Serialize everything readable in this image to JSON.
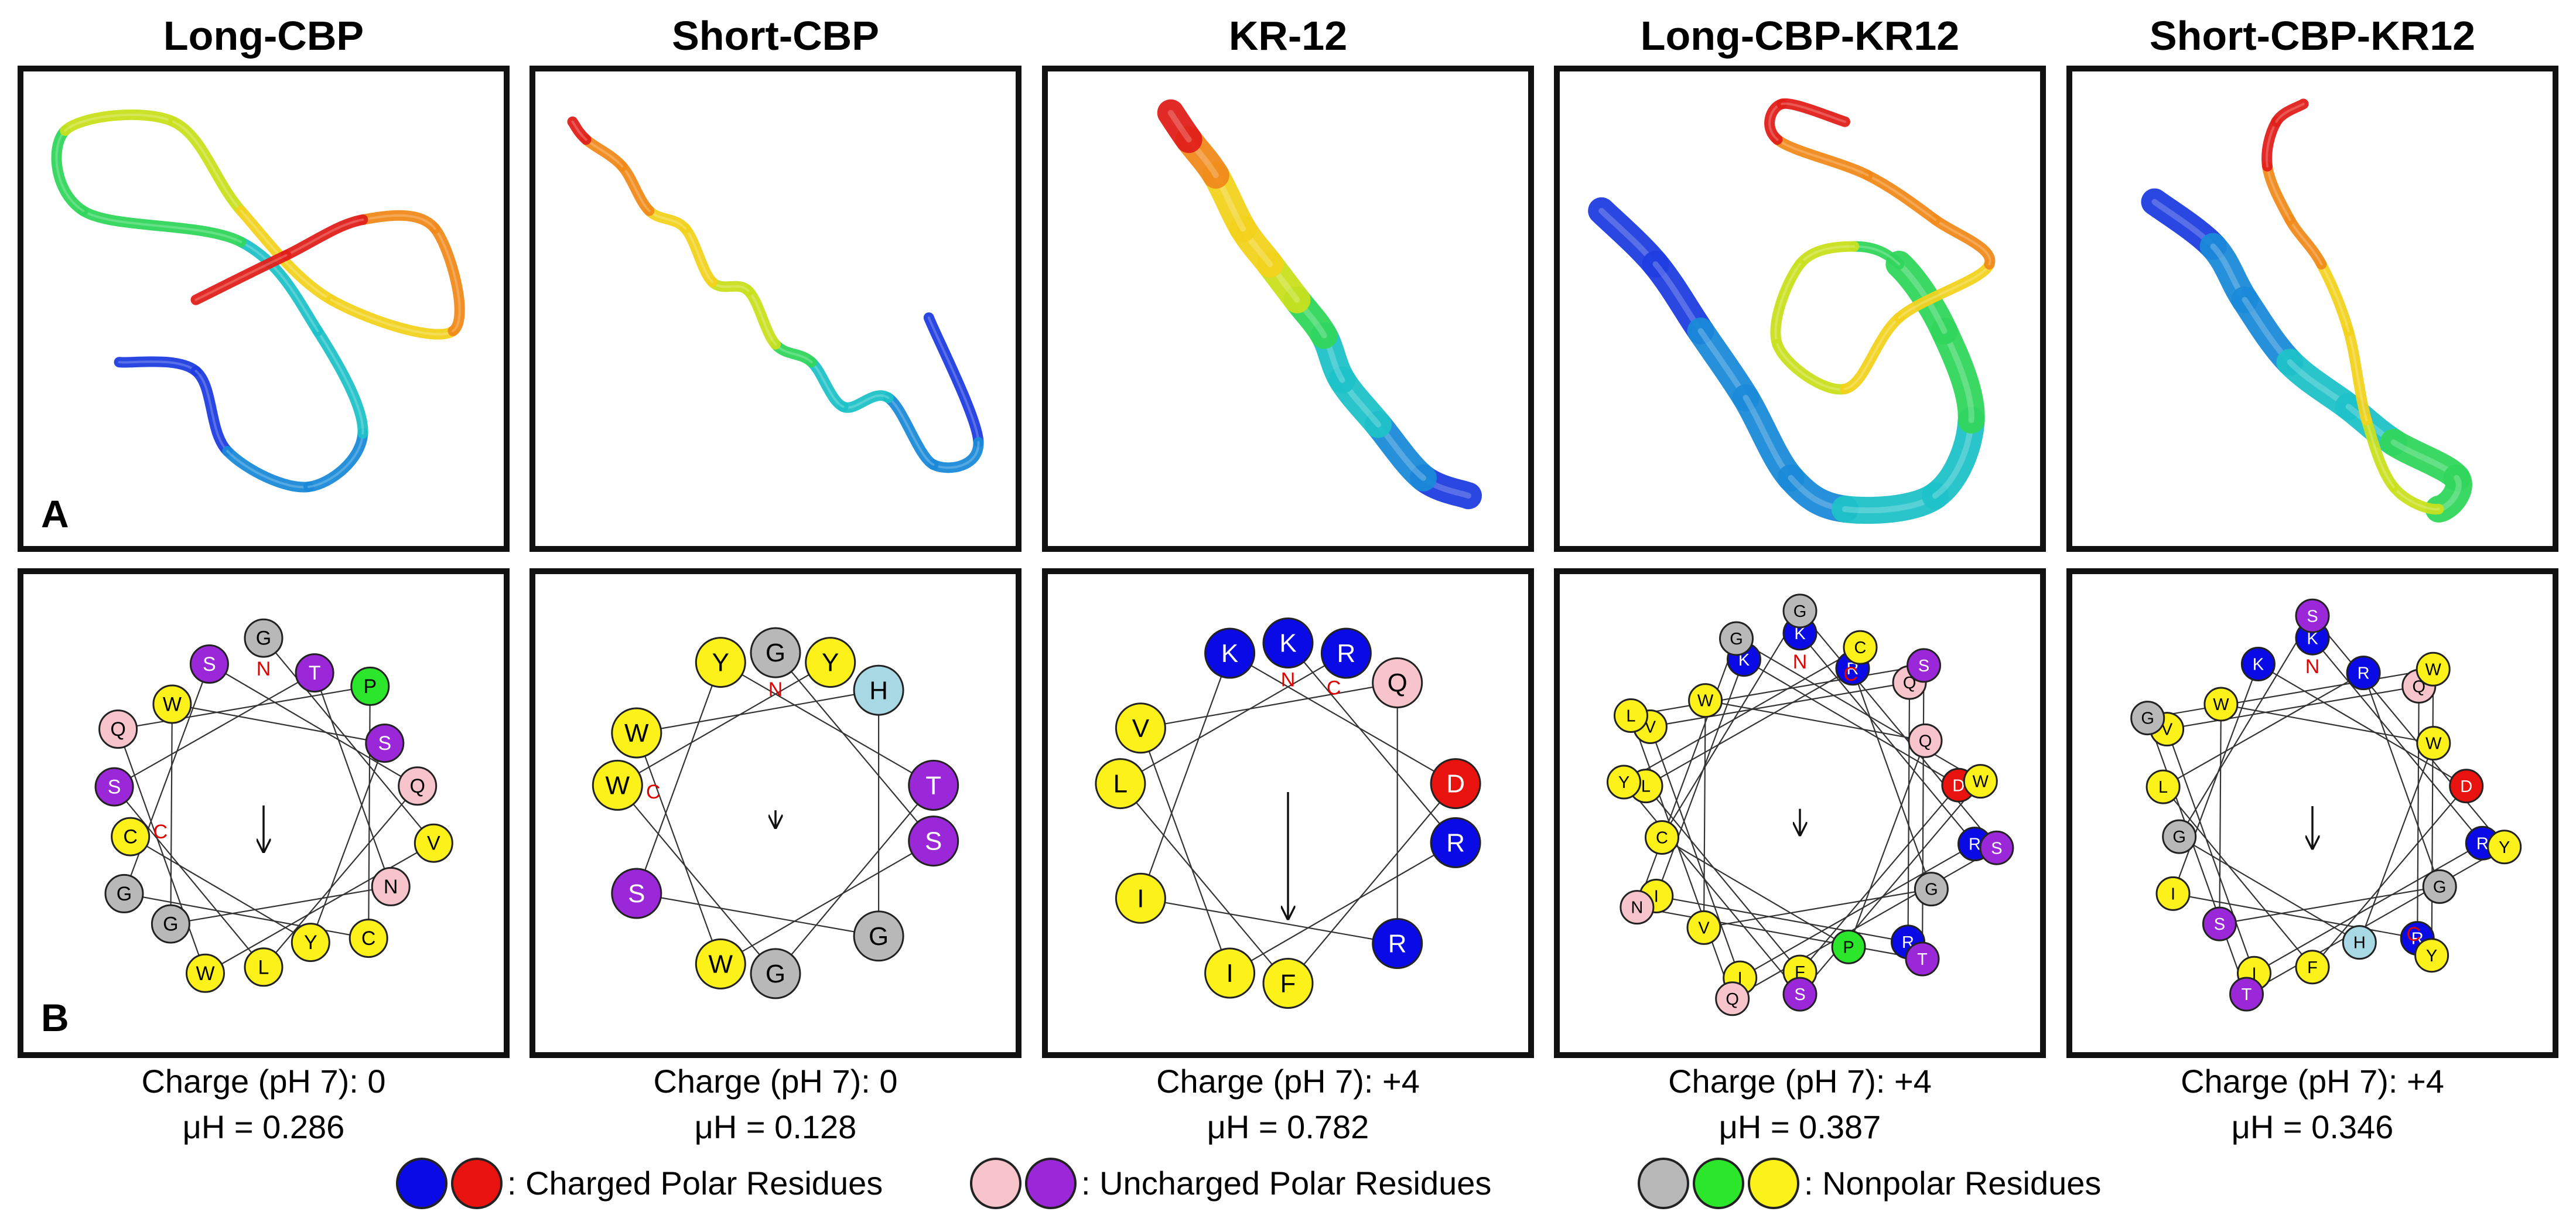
{
  "colors": {
    "border": "#111111",
    "charged_blue": "#0a0ae6",
    "charged_red": "#e8120f",
    "polar_pink": "#f8c4cc",
    "polar_purple": "#9b28d8",
    "nonpolar_gray": "#b8b8b8",
    "nonpolar_green": "#2ce62c",
    "nonpolar_yellow": "#fcf21a",
    "histidine_lightblue": "#a8d8e4",
    "terminus_label": "#e00000"
  },
  "panel_labels": {
    "a": "A",
    "b": "B"
  },
  "legend": [
    {
      "colors": [
        "#0a0ae6",
        "#e8120f"
      ],
      "label": ": Charged Polar Residues"
    },
    {
      "colors": [
        "#f8c4cc",
        "#9b28d8"
      ],
      "label": ": Uncharged Polar Residues"
    },
    {
      "colors": [
        "#b8b8b8",
        "#2ce62c",
        "#fcf21a"
      ],
      "label": ": Nonpolar Residues"
    }
  ],
  "peptides": [
    {
      "title": "Long-CBP",
      "charge": "Charge (pH 7): 0",
      "muH": "μH = 0.286",
      "ribbon_colors": [
        "#1f3de0",
        "#1a8ad8",
        "#1ec2c8",
        "#32d65c",
        "#c8e01e",
        "#f2d21e",
        "#f08a1a",
        "#e0201a"
      ],
      "helix": {
        "ring_radius": 0.72,
        "moment_length": 0.22,
        "n_index": 0,
        "c_index": 17,
        "residues": [
          {
            "aa": "G",
            "color": "#b8b8b8"
          },
          {
            "aa": "V",
            "color": "#fcf21a"
          },
          {
            "aa": "W",
            "color": "#fcf21a"
          },
          {
            "aa": "Q",
            "color": "#f8c4cc"
          },
          {
            "aa": "P",
            "color": "#2ce62c"
          },
          {
            "aa": "C",
            "color": "#fcf21a"
          },
          {
            "aa": "G",
            "color": "#b8b8b8"
          },
          {
            "aa": "S",
            "color": "#9b28d8"
          },
          {
            "aa": "Q",
            "color": "#f8c4cc"
          },
          {
            "aa": "L",
            "color": "#fcf21a"
          },
          {
            "aa": "S",
            "color": "#9b28d8"
          },
          {
            "aa": "T",
            "color": "#9b28d8"
          },
          {
            "aa": "N",
            "color": "#f8c4cc"
          },
          {
            "aa": "G",
            "color": "#b8b8b8"
          },
          {
            "aa": "W",
            "color": "#fcf21a"
          },
          {
            "aa": "S",
            "color": "#9b28d8"
          },
          {
            "aa": "Y",
            "color": "#fcf21a"
          },
          {
            "aa": "C",
            "color": "#fcf21a"
          }
        ]
      }
    },
    {
      "title": "Short-CBP",
      "charge": "Charge (pH 7): 0",
      "muH": "μH = 0.128",
      "ribbon_colors": [
        "#1f3de0",
        "#1a8ad8",
        "#1ec2c8",
        "#32d65c",
        "#c8e01e",
        "#f2d21e",
        "#f08a1a",
        "#e0201a"
      ],
      "helix": {
        "ring_radius": 0.66,
        "moment_length": 0.09,
        "n_index": 0,
        "c_index": 10,
        "residues": [
          {
            "aa": "G",
            "color": "#b8b8b8"
          },
          {
            "aa": "S",
            "color": "#9b28d8"
          },
          {
            "aa": "W",
            "color": "#fcf21a"
          },
          {
            "aa": "W",
            "color": "#fcf21a"
          },
          {
            "aa": "H",
            "color": "#a8d8e4"
          },
          {
            "aa": "G",
            "color": "#b8b8b8"
          },
          {
            "aa": "S",
            "color": "#9b28d8"
          },
          {
            "aa": "Y",
            "color": "#fcf21a"
          },
          {
            "aa": "T",
            "color": "#9b28d8"
          },
          {
            "aa": "G",
            "color": "#b8b8b8"
          },
          {
            "aa": "W",
            "color": "#fcf21a"
          },
          {
            "aa": "Y",
            "color": "#fcf21a"
          }
        ]
      }
    },
    {
      "title": "KR-12",
      "charge": "Charge (pH 7): +4",
      "muH": "μH = 0.782",
      "ribbon_colors": [
        "#1f3de0",
        "#1a8ad8",
        "#1ec2c8",
        "#32d65c",
        "#c8e01e",
        "#f2d21e",
        "#f08a1a",
        "#e0201a"
      ],
      "helix": {
        "ring_radius": 0.7,
        "moment_length": 0.62,
        "n_index": 0,
        "c_index": 11,
        "residues": [
          {
            "aa": "K",
            "color": "#0a0ae6"
          },
          {
            "aa": "R",
            "color": "#0a0ae6"
          },
          {
            "aa": "I",
            "color": "#fcf21a"
          },
          {
            "aa": "V",
            "color": "#fcf21a"
          },
          {
            "aa": "Q",
            "color": "#f8c4cc"
          },
          {
            "aa": "R",
            "color": "#0a0ae6"
          },
          {
            "aa": "I",
            "color": "#fcf21a"
          },
          {
            "aa": "K",
            "color": "#0a0ae6"
          },
          {
            "aa": "D",
            "color": "#e8120f"
          },
          {
            "aa": "F",
            "color": "#fcf21a"
          },
          {
            "aa": "L",
            "color": "#fcf21a"
          },
          {
            "aa": "R",
            "color": "#0a0ae6"
          }
        ]
      }
    },
    {
      "title": "Long-CBP-KR12",
      "charge": "Charge (pH 7): +4",
      "muH": "μH = 0.387",
      "ribbon_colors": [
        "#1f3de0",
        "#1a8ad8",
        "#1ec2c8",
        "#32d65c",
        "#c8e01e",
        "#f2d21e",
        "#f08a1a",
        "#e0201a"
      ],
      "helix": {
        "ring_radius": 0.74,
        "moment_length": 0.12,
        "n_index": 0,
        "c_index": 29,
        "residues": [
          {
            "aa": "K",
            "color": "#0a0ae6"
          },
          {
            "aa": "R",
            "color": "#0a0ae6"
          },
          {
            "aa": "I",
            "color": "#fcf21a"
          },
          {
            "aa": "V",
            "color": "#fcf21a"
          },
          {
            "aa": "Q",
            "color": "#f8c4cc"
          },
          {
            "aa": "R",
            "color": "#0a0ae6"
          },
          {
            "aa": "I",
            "color": "#fcf21a"
          },
          {
            "aa": "K",
            "color": "#0a0ae6"
          },
          {
            "aa": "D",
            "color": "#e8120f"
          },
          {
            "aa": "F",
            "color": "#fcf21a"
          },
          {
            "aa": "L",
            "color": "#fcf21a"
          },
          {
            "aa": "R",
            "color": "#0a0ae6"
          },
          {
            "aa": "G",
            "color": "#b8b8b8"
          },
          {
            "aa": "V",
            "color": "#fcf21a"
          },
          {
            "aa": "W",
            "color": "#fcf21a"
          },
          {
            "aa": "Q",
            "color": "#f8c4cc"
          },
          {
            "aa": "P",
            "color": "#2ce62c"
          },
          {
            "aa": "C",
            "color": "#fcf21a"
          },
          {
            "aa": "G",
            "color": "#b8b8b8"
          },
          {
            "aa": "S",
            "color": "#9b28d8"
          },
          {
            "aa": "Q",
            "color": "#f8c4cc"
          },
          {
            "aa": "L",
            "color": "#fcf21a"
          },
          {
            "aa": "S",
            "color": "#9b28d8"
          },
          {
            "aa": "T",
            "color": "#9b28d8"
          },
          {
            "aa": "N",
            "color": "#f8c4cc"
          },
          {
            "aa": "G",
            "color": "#b8b8b8"
          },
          {
            "aa": "W",
            "color": "#fcf21a"
          },
          {
            "aa": "S",
            "color": "#9b28d8"
          },
          {
            "aa": "Y",
            "color": "#fcf21a"
          },
          {
            "aa": "C",
            "color": "#fcf21a"
          }
        ]
      }
    },
    {
      "title": "Short-CBP-KR12",
      "charge": "Charge (pH 7): +4",
      "muH": "μH = 0.346",
      "ribbon_colors": [
        "#1f3de0",
        "#1a8ad8",
        "#1ec2c8",
        "#32d65c",
        "#c8e01e",
        "#f2d21e",
        "#f08a1a",
        "#e0201a"
      ],
      "helix": {
        "ring_radius": 0.72,
        "moment_length": 0.2,
        "n_index": 0,
        "c_index": 23,
        "residues": [
          {
            "aa": "K",
            "color": "#0a0ae6"
          },
          {
            "aa": "R",
            "color": "#0a0ae6"
          },
          {
            "aa": "I",
            "color": "#fcf21a"
          },
          {
            "aa": "V",
            "color": "#fcf21a"
          },
          {
            "aa": "Q",
            "color": "#f8c4cc"
          },
          {
            "aa": "R",
            "color": "#0a0ae6"
          },
          {
            "aa": "I",
            "color": "#fcf21a"
          },
          {
            "aa": "K",
            "color": "#0a0ae6"
          },
          {
            "aa": "D",
            "color": "#e8120f"
          },
          {
            "aa": "F",
            "color": "#fcf21a"
          },
          {
            "aa": "L",
            "color": "#fcf21a"
          },
          {
            "aa": "R",
            "color": "#0a0ae6"
          },
          {
            "aa": "G",
            "color": "#b8b8b8"
          },
          {
            "aa": "S",
            "color": "#9b28d8"
          },
          {
            "aa": "W",
            "color": "#fcf21a"
          },
          {
            "aa": "W",
            "color": "#fcf21a"
          },
          {
            "aa": "H",
            "color": "#a8d8e4"
          },
          {
            "aa": "G",
            "color": "#b8b8b8"
          },
          {
            "aa": "S",
            "color": "#9b28d8"
          },
          {
            "aa": "Y",
            "color": "#fcf21a"
          },
          {
            "aa": "T",
            "color": "#9b28d8"
          },
          {
            "aa": "G",
            "color": "#b8b8b8"
          },
          {
            "aa": "W",
            "color": "#fcf21a"
          },
          {
            "aa": "Y",
            "color": "#fcf21a"
          }
        ]
      }
    }
  ]
}
